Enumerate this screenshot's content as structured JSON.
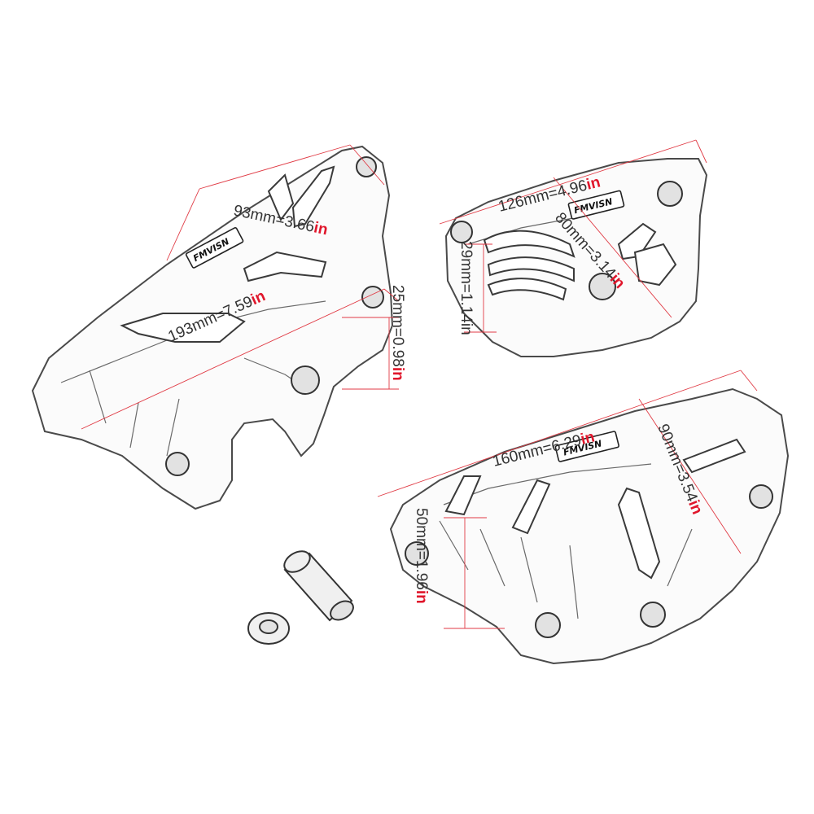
{
  "logo_text": "FMVISN",
  "colors": {
    "dimension_line": "#e03a44",
    "unit_text": "#e0162b",
    "dimension_text": "#333333",
    "part_outline": "#4a4a4a"
  },
  "dimensions": {
    "left_width": {
      "value": "93mm=3.66",
      "unit": "in"
    },
    "left_length": {
      "value": "193mm=7.59",
      "unit": "in"
    },
    "left_depth": {
      "value": "25mm=0.98",
      "unit": "in"
    },
    "top_right_width": {
      "value": "126mm=4.96",
      "unit": "in"
    },
    "top_right_diag": {
      "value": "80mm=3.14",
      "unit": "in"
    },
    "top_right_height": {
      "value": "29mm=1.14in",
      "unit": ""
    },
    "bottom_right_width": {
      "value": "160mm=6.29",
      "unit": "in"
    },
    "bottom_right_diag": {
      "value": "90mm=3.54",
      "unit": "in"
    },
    "bottom_right_height": {
      "value": "50mm=1.96",
      "unit": "in"
    }
  }
}
